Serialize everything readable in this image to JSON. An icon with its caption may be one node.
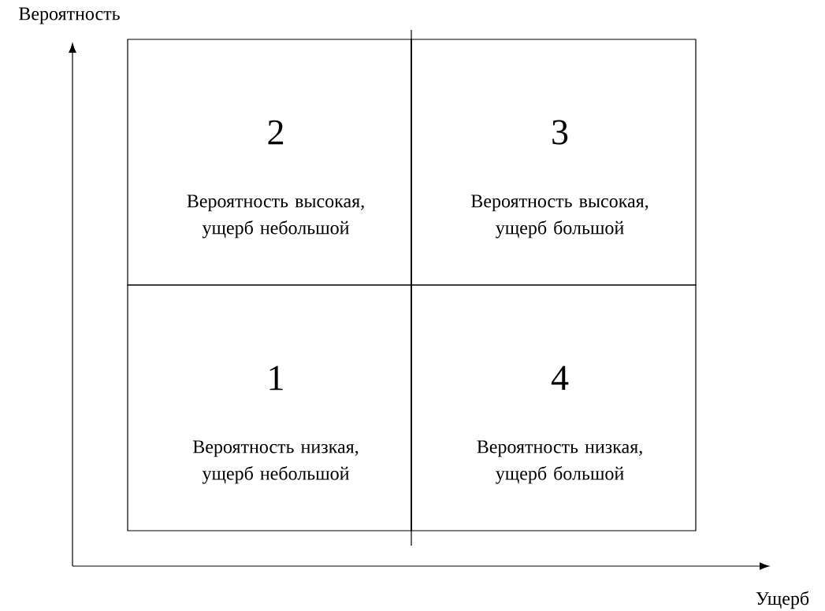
{
  "diagram": {
    "nodes": [
      {
        "text": [
          "2",
          "Вероятность высокая, ущерб небольшой"
        ]
      },
      {
        "text": [
          "3",
          "Вероятность высокая, ущерб большой"
        ]
      },
      {
        "text": [
          "1",
          "Вероятность низкая, ущерб небольшой"
        ]
      },
      {
        "text": [
          "4",
          "Вероятность низкая, ущерб большой"
        ]
      }
    ],
    "edges": [],
    "labels": [
      "Вероятность",
      "Ущерб"
    ]
  }
}
